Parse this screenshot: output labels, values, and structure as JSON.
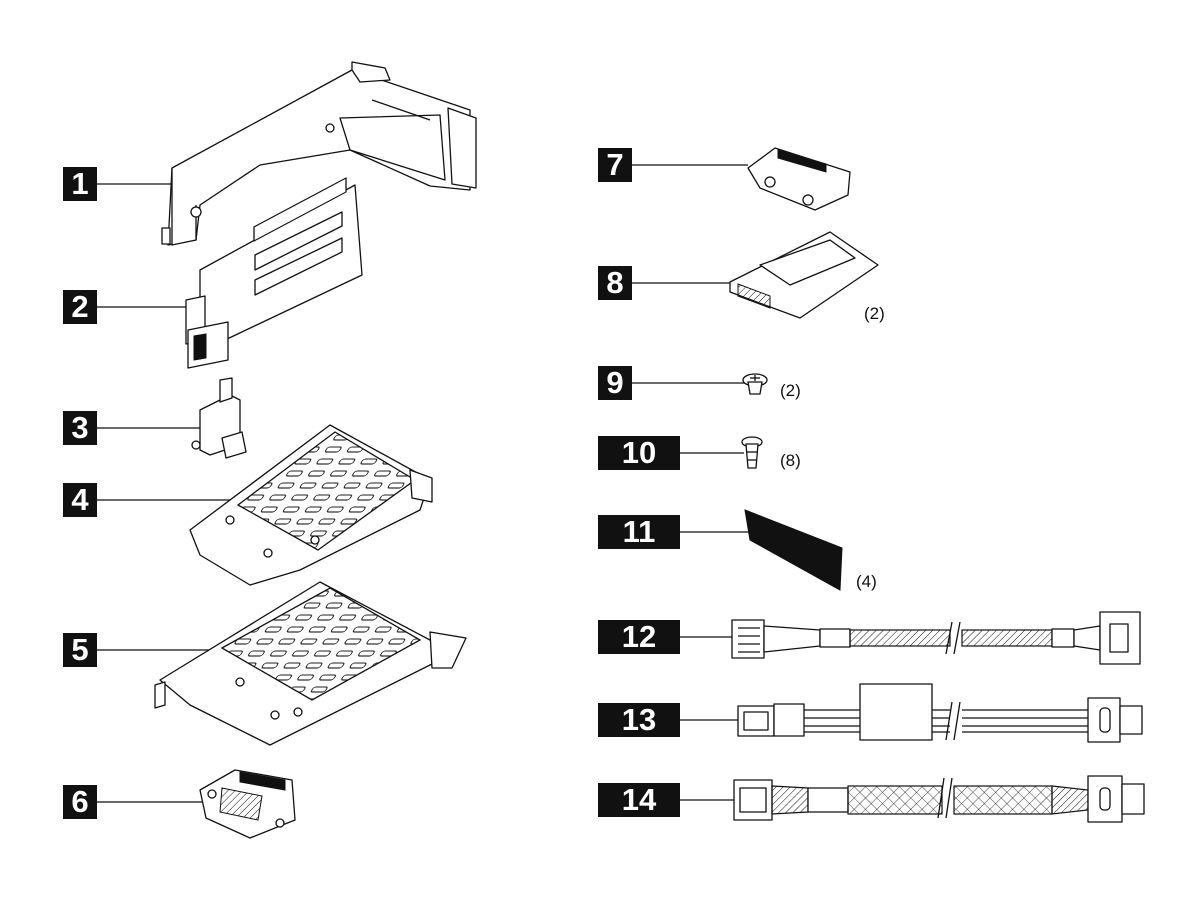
{
  "figure": {
    "callouts": [
      {
        "label": "1"
      },
      {
        "label": "2"
      },
      {
        "label": "3"
      },
      {
        "label": "4"
      },
      {
        "label": "5"
      },
      {
        "label": "6"
      },
      {
        "label": "7"
      },
      {
        "label": "8"
      },
      {
        "label": "9"
      },
      {
        "label": "10"
      },
      {
        "label": "11"
      },
      {
        "label": "12"
      },
      {
        "label": "13"
      },
      {
        "label": "14"
      }
    ],
    "quantities": {
      "item8": "(2)",
      "item9": "(2)",
      "item10": "(8)",
      "item11": "(4)"
    },
    "colors": {
      "line": "#111111",
      "callout_bg": "#111111",
      "callout_text": "#ffffff"
    }
  }
}
